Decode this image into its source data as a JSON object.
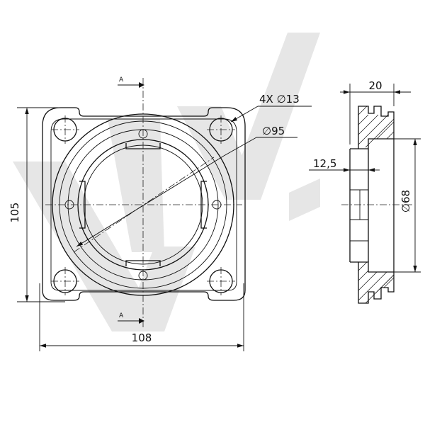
{
  "dimensions": {
    "height_label": "105",
    "width_label": "108",
    "holes_label": "4X ∅13",
    "outer_diameter_label": "∅95",
    "thickness_label": "20",
    "step_label": "12,5",
    "inner_diameter_label": "∅68"
  },
  "section": {
    "top_marker": "A",
    "bottom_marker": "A"
  },
  "colors": {
    "watermark": "#e6e6e6",
    "line": "#111111"
  }
}
